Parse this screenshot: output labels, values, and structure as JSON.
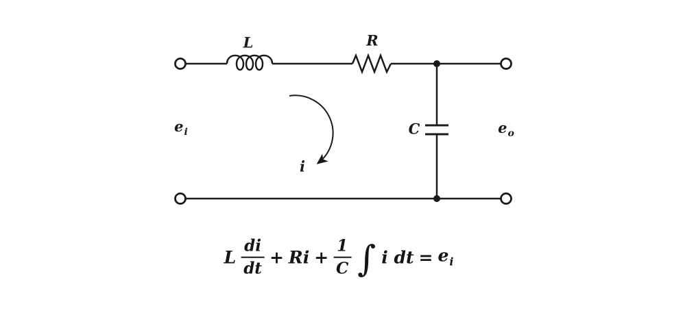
{
  "figure": {
    "type": "circuit-diagram",
    "description": "Series LRC electrical circuit with input voltage, output voltage across capacitor, and mesh current"
  },
  "diagram": {
    "labels": {
      "inductor": "L",
      "resistor": "R",
      "capacitor": "C",
      "current": "i",
      "input_voltage": {
        "base": "e",
        "sub": "i"
      },
      "output_voltage": {
        "base": "e",
        "sub": "o"
      }
    }
  },
  "equation": {
    "coeff_L": "L",
    "frac1": {
      "num": "di",
      "den": "dt"
    },
    "op1": "+",
    "term_Ri": "Ri",
    "op2": "+",
    "frac2": {
      "num": "1",
      "den": "C"
    },
    "integral_sign": "∫",
    "integrand": "i dt",
    "equals": "=",
    "rhs": {
      "base": "e",
      "sub": "i"
    }
  },
  "colors": {
    "ink": "#1a1a1a",
    "background": "#ffffff"
  }
}
